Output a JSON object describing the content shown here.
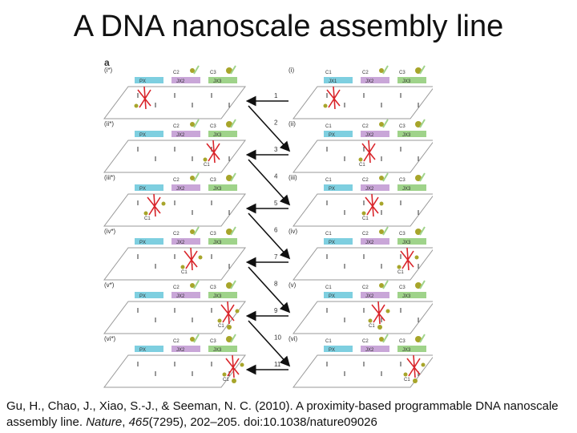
{
  "slide": {
    "title": "A DNA nanoscale assembly line"
  },
  "figure": {
    "panel_letter": "a",
    "left_states": [
      "(i*)",
      "(ii*)",
      "(iii*)",
      "(iv*)",
      "(v*)",
      "(vi*)"
    ],
    "right_states": [
      "(i)",
      "(ii)",
      "(iii)",
      "(iv)",
      "(v)",
      "(vi)"
    ],
    "step_numbers": [
      "1",
      "2",
      "3",
      "4",
      "5",
      "6",
      "7",
      "8",
      "9",
      "10",
      "11"
    ],
    "tile_label": "PX",
    "left_mid_labels": [
      "JX2",
      "JX2",
      "JX2",
      "JX2",
      "JX2",
      "JX2"
    ],
    "right_mid_labels": [
      "JX2",
      "JX2",
      "JX2",
      "JX2",
      "JX2",
      "JX2"
    ],
    "left_end_labels": [
      "JX3",
      "JX3",
      "JX3",
      "JX3",
      "JX3",
      "JX3"
    ],
    "right_first_labels": [
      "JX1",
      "PX",
      "PX",
      "PX",
      "PX",
      "PX"
    ],
    "right_end_labels": [
      "JX3",
      "JX3",
      "JX3",
      "JX3",
      "JX3",
      "JX3"
    ],
    "cassettes": [
      "C1",
      "C2",
      "C3"
    ],
    "colors": {
      "tile_blue": "#7ecfe0",
      "tile_purple": "#c9a6d8",
      "tile_green": "#9fd38a",
      "walker_red": "#d9252b",
      "cargo_olive": "#a7a52a",
      "platform_edge": "#999999"
    }
  },
  "citation": {
    "authors": "Gu, H., Chao, J., Xiao, S.-J., & Seeman, N. C. (2010). A proximity-based programmable DNA nanoscale assembly line. ",
    "journal": "Nature",
    "sep1": ", ",
    "volume": "465",
    "issue_pages": "(7295), 202–205. doi:10.1038/nature09026"
  }
}
